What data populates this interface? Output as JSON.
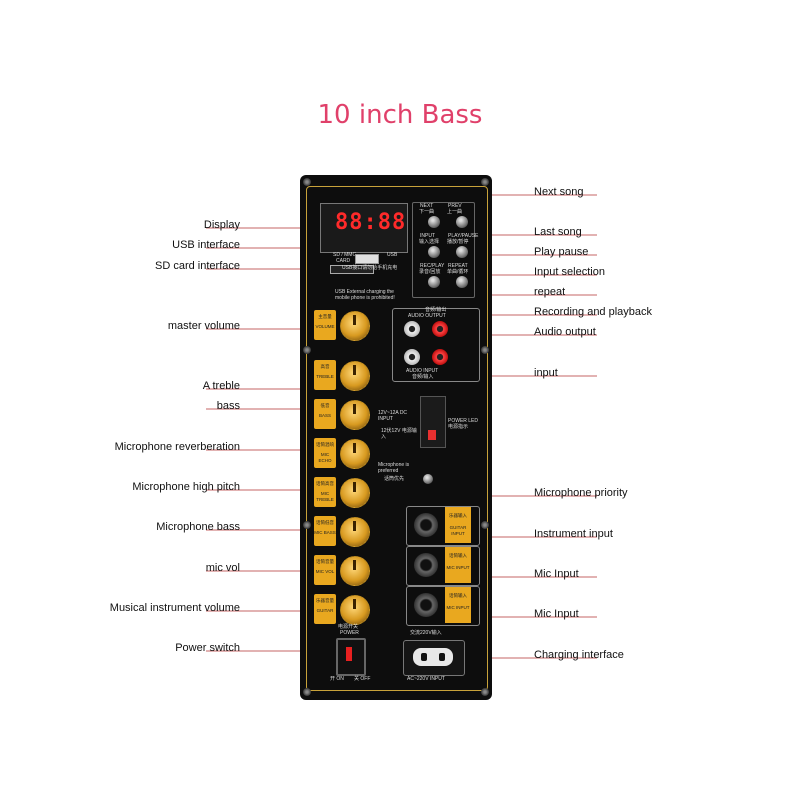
{
  "title": "10 inch Bass",
  "left_callouts": [
    {
      "name": "display",
      "label": "Display"
    },
    {
      "name": "usb-interface",
      "label": "USB interface"
    },
    {
      "name": "sd-card-interface",
      "label": "SD card interface"
    },
    {
      "name": "master-volume",
      "label": "master volume"
    },
    {
      "name": "treble",
      "label": "A treble"
    },
    {
      "name": "bass",
      "label": "bass"
    },
    {
      "name": "mic-reverb",
      "label": "Microphone reverberation"
    },
    {
      "name": "mic-high",
      "label": "Microphone high pitch"
    },
    {
      "name": "mic-bass",
      "label": "Microphone bass"
    },
    {
      "name": "mic-vol",
      "label": "mic vol"
    },
    {
      "name": "instrument-vol",
      "label": "Musical instrument volume"
    },
    {
      "name": "power-switch",
      "label": "Power switch"
    }
  ],
  "right_callouts": [
    {
      "name": "next-song",
      "label": "Next song"
    },
    {
      "name": "last-song",
      "label": "Last song"
    },
    {
      "name": "play-pause",
      "label": "Play pause"
    },
    {
      "name": "input-selection",
      "label": "Input selection"
    },
    {
      "name": "repeat",
      "label": "repeat"
    },
    {
      "name": "record-playback",
      "label": "Recording and playback"
    },
    {
      "name": "audio-output",
      "label": "Audio output"
    },
    {
      "name": "input",
      "label": "input"
    },
    {
      "name": "mic-priority",
      "label": "Microphone priority"
    },
    {
      "name": "instrument-input",
      "label": "Instrument input"
    },
    {
      "name": "mic-input-1",
      "label": "Mic Input"
    },
    {
      "name": "mic-input-2",
      "label": "Mic Input"
    },
    {
      "name": "charging-interface",
      "label": "Charging interface"
    }
  ],
  "panel": {
    "led_text": "88:88",
    "sd_mmc": "SD / MMC",
    "card": "CARD",
    "usb": "USB",
    "usb_note_cn": "USB接口请勿给手机充电",
    "usb_note_en": "USB External charging the mobile phone is prohibited!",
    "buttons": [
      {
        "cn": "下一曲",
        "en": "NEXT"
      },
      {
        "cn": "上一曲",
        "en": "PREV"
      },
      {
        "cn": "输入选择",
        "en": "INPUT"
      },
      {
        "cn": "播放/暂停",
        "en": "PLAY/PAUSE"
      },
      {
        "cn": "录音/回放",
        "en": "REC/PLAY"
      },
      {
        "cn": "单曲/循环",
        "en": "REPEAT"
      }
    ],
    "audio_output_cn": "音频/输出",
    "audio_output_en": "AUDIO OUTPUT",
    "audio_input_en": "AUDIO INPUT",
    "audio_input_cn": "音频/输入",
    "dc_input": "12V~12A DC INPUT",
    "dc_input_cn": "12伏12V 电源输入",
    "mic_pref": "Microphone is preferred",
    "mic_pref_cn": "话筒优先",
    "power_led": "POWER LED",
    "power_led_cn": "电源指示",
    "knobs": [
      {
        "cn": "主音量",
        "en": "VOLUME"
      },
      {
        "cn": "高音",
        "en": "TREBLE"
      },
      {
        "cn": "低音",
        "en": "BASS"
      },
      {
        "cn": "话筒混响",
        "en": "MIC ECHO"
      },
      {
        "cn": "话筒高音",
        "en": "MIC TREBLE"
      },
      {
        "cn": "话筒低音",
        "en": "MIC BASS"
      },
      {
        "cn": "话筒音量",
        "en": "MIC VOL"
      },
      {
        "cn": "乐器音量",
        "en": "GUITAR"
      }
    ],
    "jacks": [
      {
        "cn": "乐器输入",
        "en": "GUITAR INPUT"
      },
      {
        "cn": "话筒输入",
        "en": "MIC INPUT"
      },
      {
        "cn": "话筒输入",
        "en": "MIC INPUT"
      }
    ],
    "power_cn": "电源开关",
    "power_en": "POWER",
    "on_label": "开 ON",
    "off_label": "关 OFF",
    "ac_cn": "交流220V输入",
    "ac_en": "AC~220V INPUT"
  }
}
